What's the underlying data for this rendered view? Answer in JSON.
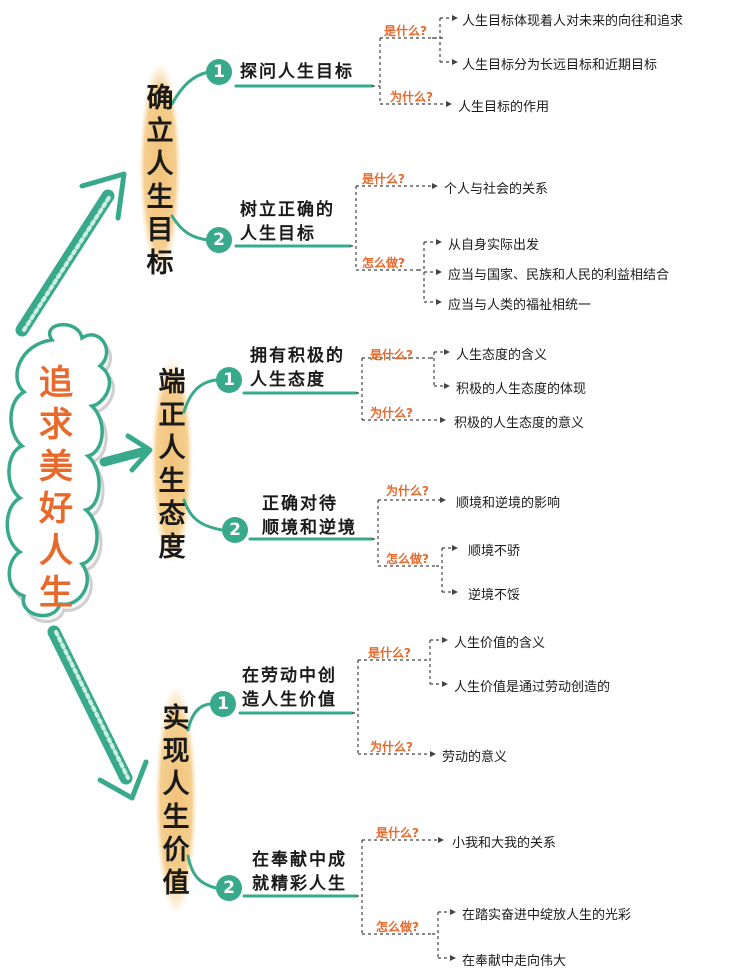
{
  "root": {
    "title": "追求美好人生"
  },
  "sections": [
    {
      "title": "确立人生目标",
      "subs": [
        {
          "num": "1",
          "title": "探问人生目标",
          "groups": [
            {
              "q": "是什么?",
              "items": [
                "人生目标体现着人对未来的向往和追求",
                "人生目标分为长远目标和近期目标"
              ]
            },
            {
              "q": "为什么?",
              "items": [
                "人生目标的作用"
              ]
            }
          ]
        },
        {
          "num": "2",
          "title": "树立正确的\n人生目标",
          "groups": [
            {
              "q": "是什么?",
              "items": [
                "个人与社会的关系"
              ]
            },
            {
              "q": "怎么做?",
              "items": [
                "从自身实际出发",
                "应当与国家、民族和人民的利益相结合",
                "应当与人类的福祉相统一"
              ]
            }
          ]
        }
      ]
    },
    {
      "title": "端正人生态度",
      "subs": [
        {
          "num": "1",
          "title": "拥有积极的\n人生态度",
          "groups": [
            {
              "q": "是什么?",
              "items": [
                "人生态度的含义",
                "积极的人生态度的体现"
              ]
            },
            {
              "q": "为什么?",
              "items": [
                "积极的人生态度的意义"
              ]
            }
          ]
        },
        {
          "num": "2",
          "title": "正确对待\n顺境和逆境",
          "groups": [
            {
              "q": "为什么?",
              "items": [
                "顺境和逆境的影响"
              ]
            },
            {
              "q": "怎么做?",
              "items": [
                "顺境不骄",
                "逆境不馁"
              ]
            }
          ]
        }
      ]
    },
    {
      "title": "实现人生价值",
      "subs": [
        {
          "num": "1",
          "title": "在劳动中创\n造人生价值",
          "groups": [
            {
              "q": "是什么?",
              "items": [
                "人生价值的含义",
                "人生价值是通过劳动创造的"
              ]
            },
            {
              "q": "为什么?",
              "items": [
                "劳动的意义"
              ]
            }
          ]
        },
        {
          "num": "2",
          "title": "在奉献中成\n就精彩人生",
          "groups": [
            {
              "q": "是什么?",
              "items": [
                "小我和大我的关系"
              ]
            },
            {
              "q": "怎么做?",
              "items": [
                "在踏实奋进中绽放人生的光彩",
                "在奉献中走向伟大"
              ]
            }
          ]
        }
      ]
    }
  ],
  "colors": {
    "accent_green": "#39a98c",
    "accent_orange": "#e8692c",
    "highlight_yellow": "#f3c97a"
  }
}
